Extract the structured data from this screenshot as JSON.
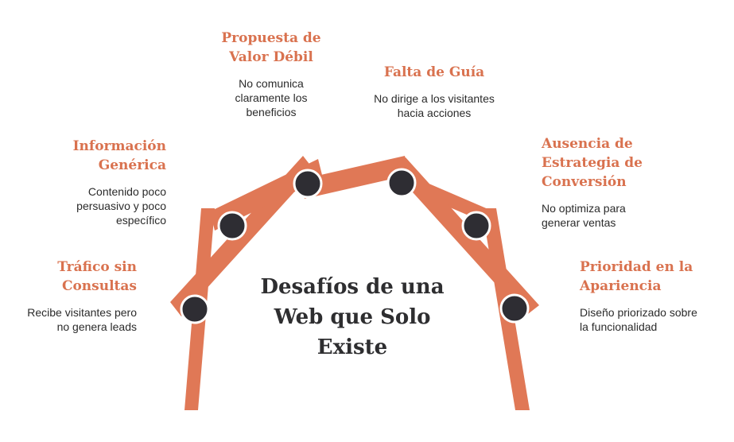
{
  "title": "Desafíos de una\nWeb que Solo\nExiste",
  "colors": {
    "accent": "#e07856",
    "title_text": "#d9724f",
    "node": "#2e2d33"
  },
  "items": [
    {
      "title": "Tráfico sin\nConsultas",
      "desc": "Recibe visitantes pero\nno genera leads"
    },
    {
      "title": "Información\nGenérica",
      "desc": "Contenido poco\npersuasivo y poco\nespecífico"
    },
    {
      "title": "Propuesta de\nValor Débil",
      "desc": "No comunica\nclaramente los\nbeneficios"
    },
    {
      "title": "Falta de Guía",
      "desc": "No dirige a los visitantes\nhacia acciones"
    },
    {
      "title": "Ausencia de\nEstrategia de\nConversión",
      "desc": "No optimiza para\ngenerar ventas"
    },
    {
      "title": "Prioridad en la\nApariencia",
      "desc": "Diseño priorizado sobre\nla funcionalidad"
    }
  ]
}
